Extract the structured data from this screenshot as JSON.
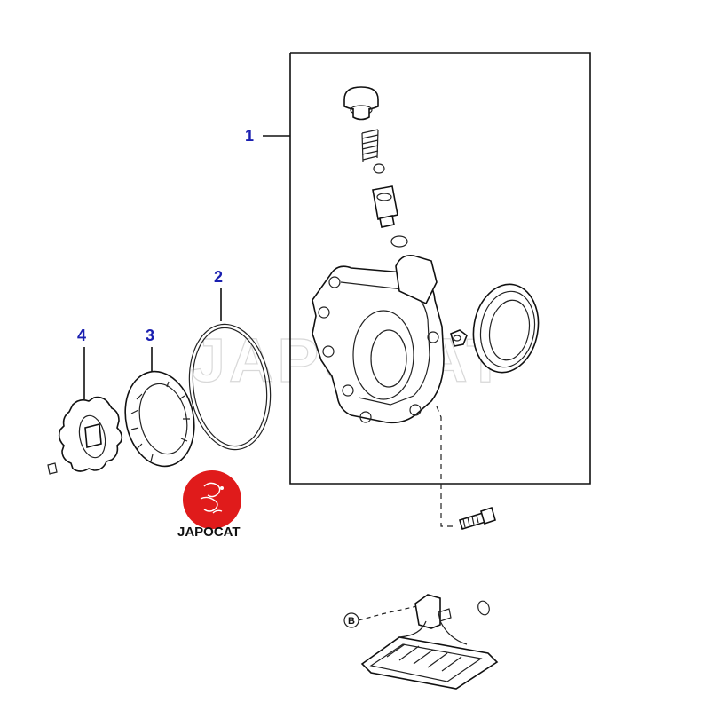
{
  "callouts": {
    "c1": "1",
    "c2": "2",
    "c3": "3",
    "c4": "4"
  },
  "marker": "B",
  "logo": {
    "text": "JAPOCAT",
    "color": "#e01b1b"
  },
  "watermark": "JAPOCAT",
  "colors": {
    "callout": "#1a1fb0",
    "line": "#111111"
  }
}
